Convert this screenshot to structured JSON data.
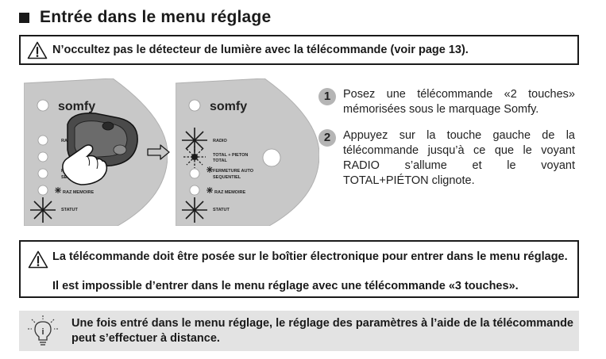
{
  "heading": "Entrée dans le menu réglage",
  "warning_top": "N’occultez pas le détecteur de lumière avec la télécommande (voir page 13).",
  "panel_labels": {
    "brand": "somfy",
    "radio": "RADIO",
    "total_pieton": "TOTAL + PIETON",
    "total": "TOTAL",
    "fermeture_auto": "FERMETURE AUTO",
    "sequentiel": "SEQUENTIEL",
    "raz_memoire": "RAZ MEMOIRE",
    "statut": "STATUT"
  },
  "steps": [
    {
      "number": "1",
      "text": "Posez une télécommande «2 touches» mémorisées sous le marquage Somfy."
    },
    {
      "number": "2",
      "text": "Appuyez sur la touche gauche de la télécommande jusqu’à ce que le voyant RADIO s’allume et le voyant TOTAL+PIÉTON clignote."
    }
  ],
  "warning_bottom": {
    "line1": "La télécommande doit être posée sur le boîtier électronique pour entrer dans le menu réglage.",
    "line2": "Il est impossible d’entrer dans le menu réglage avec une télécommande «3 touches»."
  },
  "tip": "Une fois entré dans le menu réglage, le réglage des paramètres à l’aide de la télécommande peut s’effectuer à distance.",
  "colors": {
    "panel_gray": "#c8c8c8",
    "tip_background": "#e3e3e3",
    "step_badge": "#b5b5b5"
  },
  "icons": [
    "black-square-icon",
    "warning-triangle-icon",
    "arrow-right-icon",
    "lightbulb-tip-icon",
    "remote-control-icon",
    "hand-pointer-icon"
  ]
}
